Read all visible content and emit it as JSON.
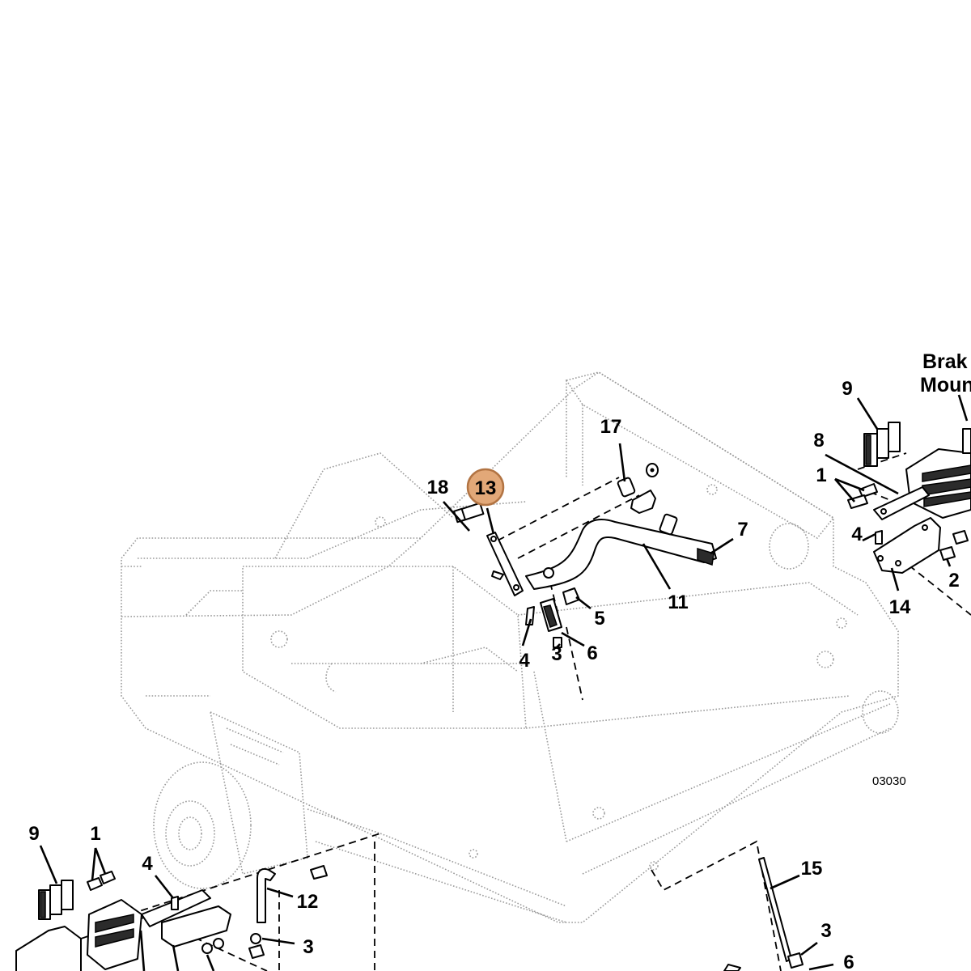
{
  "figure_ref": "03030",
  "section_title_line1": "Brak",
  "section_title_line2": "Moun",
  "highlighted_callout": "13",
  "callouts": {
    "c17": "17",
    "c18": "18",
    "c7": "7",
    "c11": "11",
    "c5": "5",
    "c6": "6",
    "c4a": "4",
    "c3a": "3",
    "c9a": "9",
    "c8a": "8",
    "c1a": "1",
    "c4b": "4",
    "c2a": "2",
    "c14": "14",
    "c9b": "9",
    "c1b": "1",
    "c4c": "4",
    "c12": "12",
    "c3b": "3",
    "c15": "15",
    "c3c": "3",
    "c6b": "6"
  },
  "colors": {
    "highlight_fill": "#e2a878",
    "highlight_stroke": "#b27443",
    "frame_gray": "#9a9a9a"
  }
}
